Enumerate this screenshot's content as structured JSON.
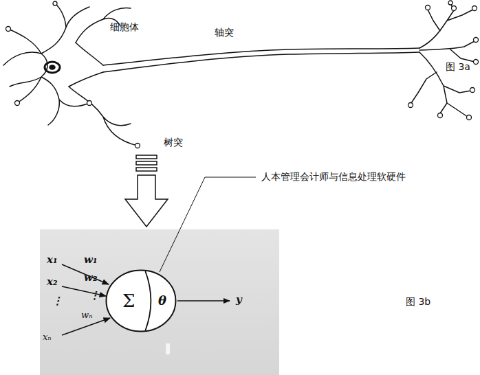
{
  "diagram": {
    "nodes": [
      {
        "text": [
          "Σ",
          "θ"
        ]
      }
    ],
    "labels": [
      "细胞体",
      "轴突",
      "树突",
      "图 3a",
      "人本管理会计师与信息处理软硬件",
      "图 3b",
      "x₁",
      "w₁",
      "x₂",
      "w₂",
      "⋮",
      "⋮",
      "wₙ",
      "xₙ",
      "y"
    ]
  }
}
